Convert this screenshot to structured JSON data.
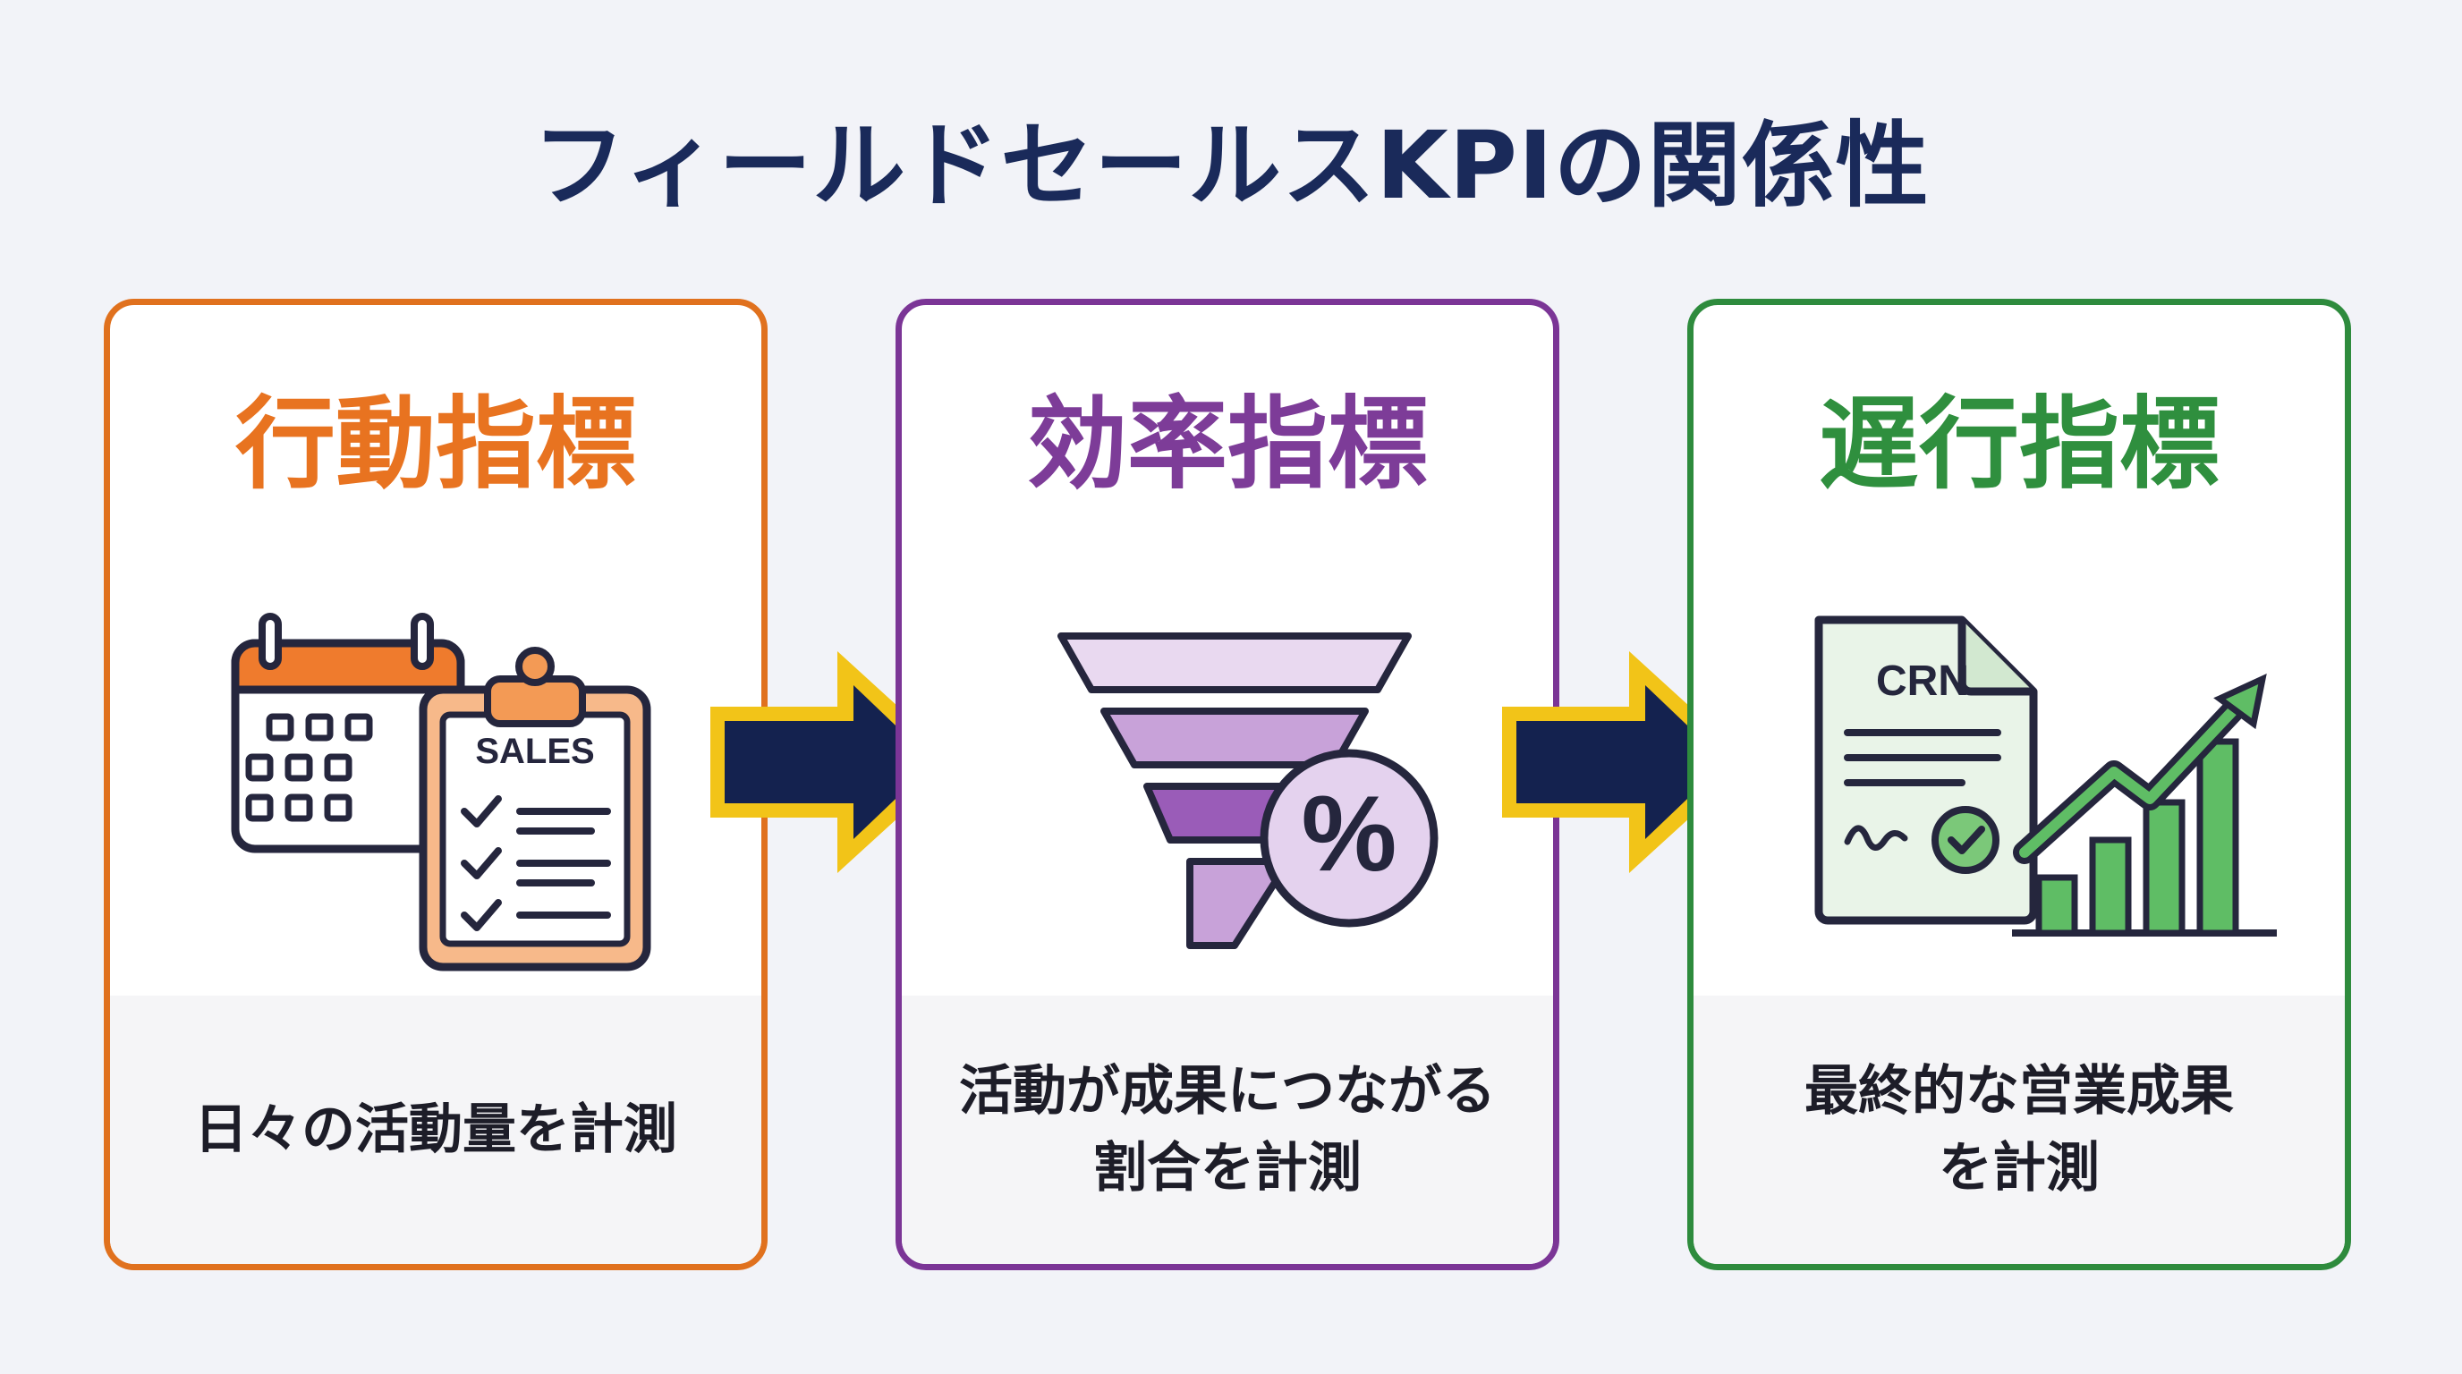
{
  "title": "フィールドセールスKPIの関係性",
  "cards": [
    {
      "heading": "行動指標",
      "icon": "calendar-and-sales-checklist-icon",
      "icon_text": "SALES",
      "description_lines": [
        "日々の活動量を計測"
      ],
      "accent": "#e0711e"
    },
    {
      "heading": "効率指標",
      "icon": "conversion-funnel-percent-icon",
      "icon_text": "%",
      "description_lines": [
        "活動が成果につながる",
        "割合を計測"
      ],
      "accent": "#7b3596"
    },
    {
      "heading": "遅行指標",
      "icon": "crm-document-growth-chart-icon",
      "icon_text": "CRN",
      "description_lines": [
        "最終的な営業成果",
        "を計測"
      ],
      "accent": "#2e8b3d"
    }
  ],
  "arrow_colors": {
    "fill": "#14224f",
    "outline": "#f2c418"
  }
}
